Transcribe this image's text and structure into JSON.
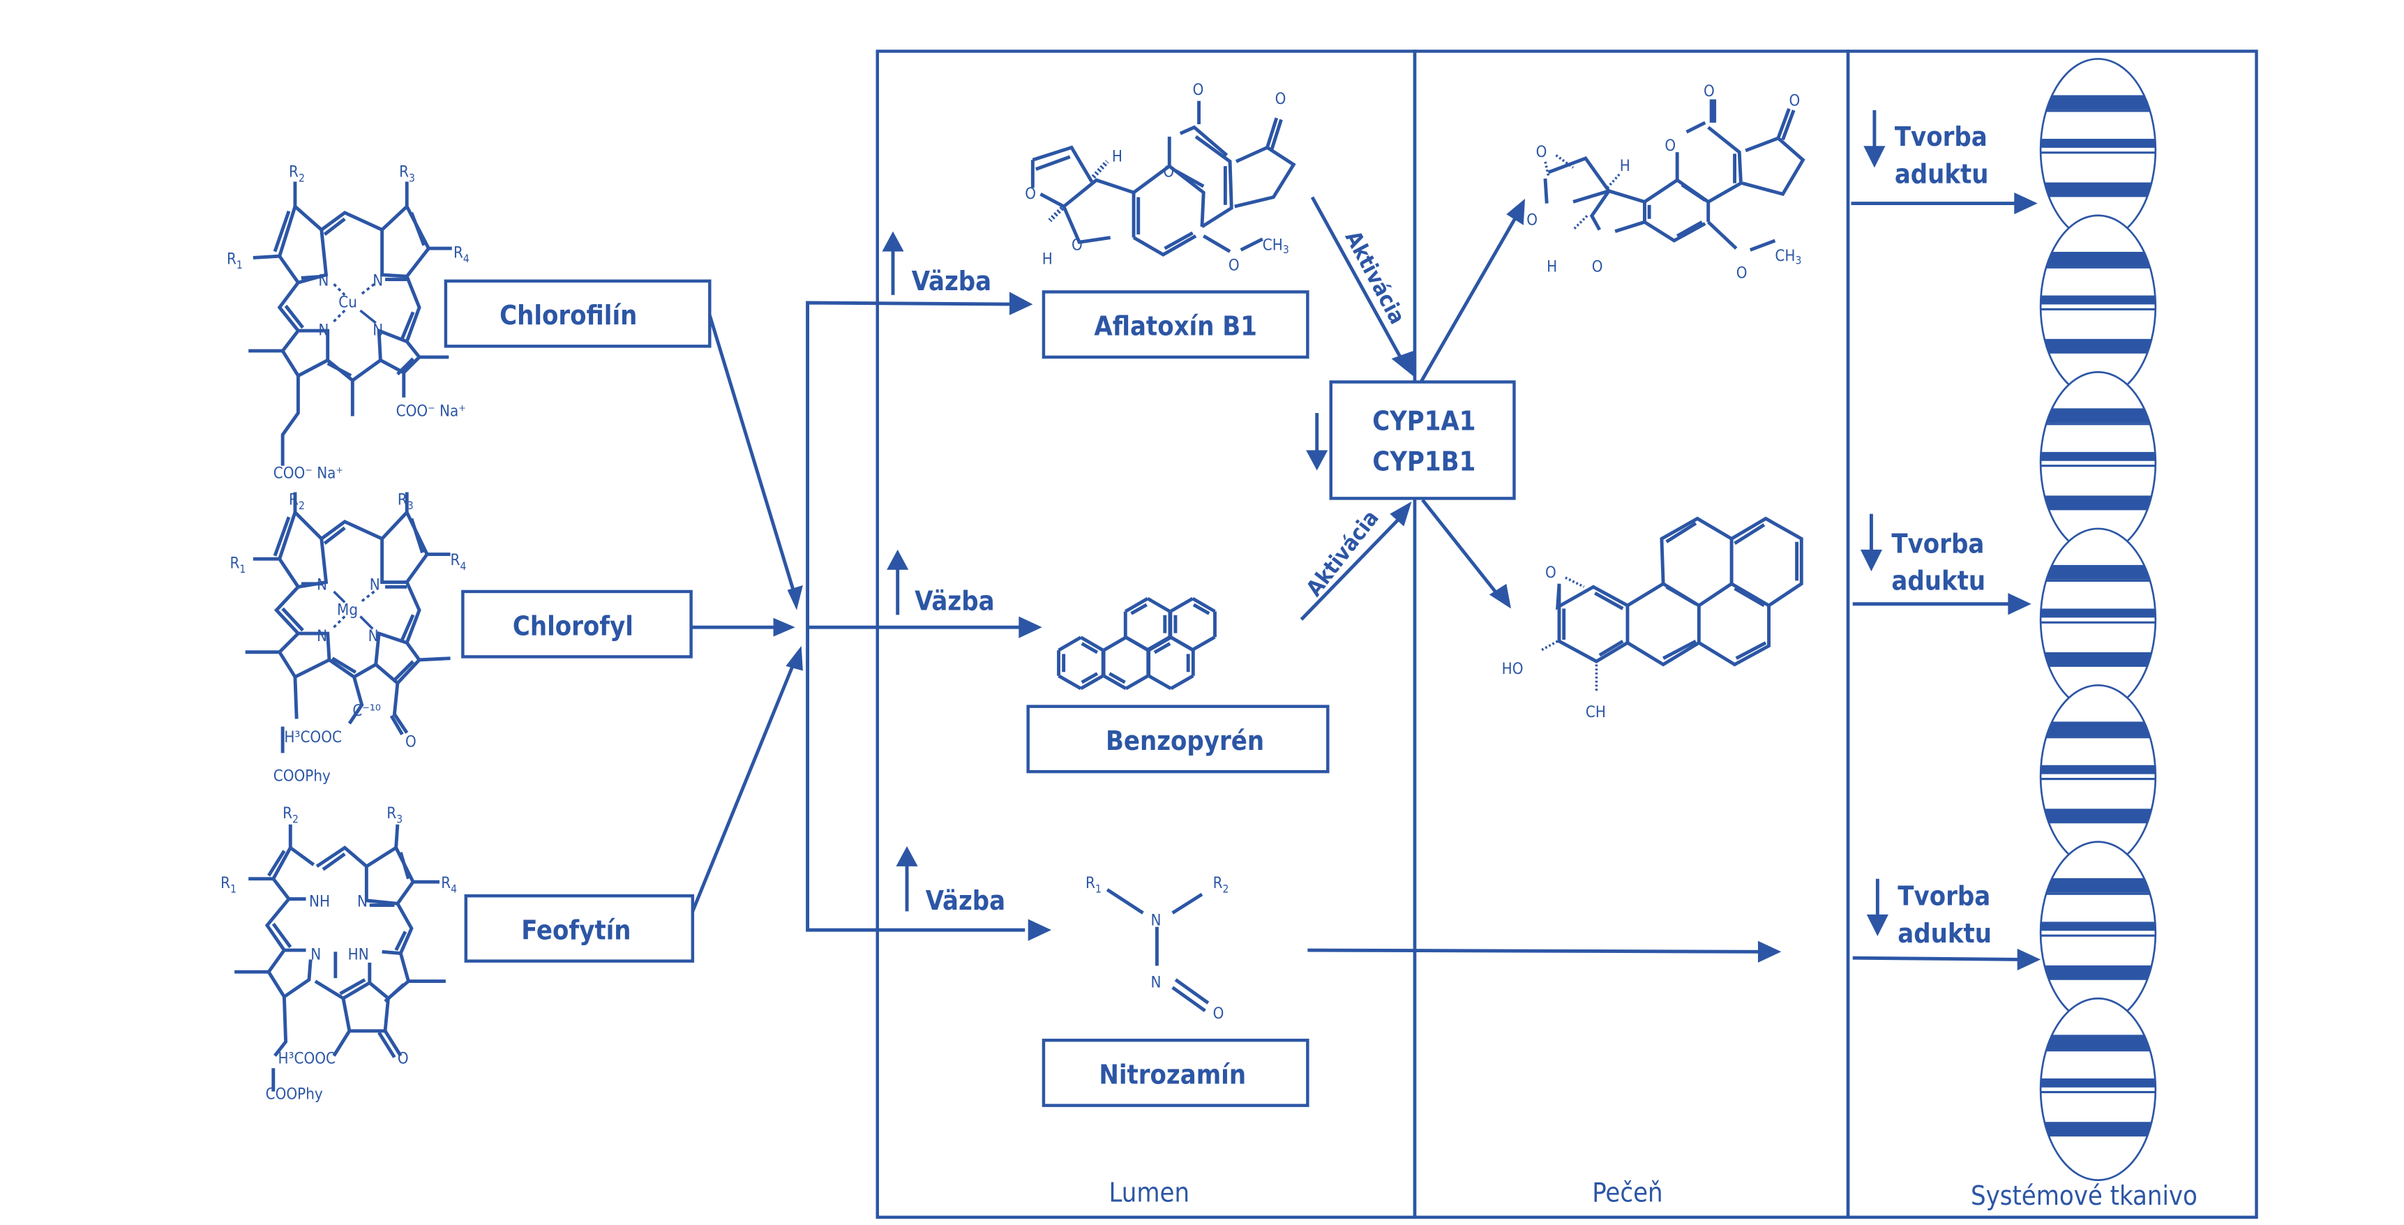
{
  "colors": {
    "primary": "#2c56a5",
    "background": "#ffffff"
  },
  "sources": [
    {
      "name": "Chlorofilín",
      "metal": "Cu",
      "substituents": [
        "R1",
        "R2",
        "R3",
        "R4"
      ],
      "side_groups": [
        "COO⁻ Na⁺",
        "COO⁻ Na⁺"
      ]
    },
    {
      "name": "Chlorofyl",
      "metal": "Mg",
      "substituents": [
        "R1",
        "R2",
        "R3",
        "R4"
      ],
      "side_groups": [
        "H³COOC",
        "C⁻¹⁰",
        "O",
        "COOPhy"
      ]
    },
    {
      "name": "Feofytín",
      "metal": "",
      "substituents": [
        "R1",
        "R2",
        "R3",
        "R4"
      ],
      "side_groups": [
        "NH",
        "HN",
        "H³COOC",
        "O",
        "COOPhy"
      ]
    }
  ],
  "atoms": {
    "N": "N",
    "O": "O",
    "H": "H",
    "Cu": "Cu",
    "Mg": "Mg",
    "NH": "NH",
    "HN": "HN",
    "R": "R",
    "s1": "1",
    "s2": "2",
    "s3": "3",
    "s4": "4",
    "coo_na": "COO⁻ Na⁺",
    "h3cooc": "H³COOC",
    "c10": "C⁻¹⁰",
    "coophy": "COOPhy",
    "ch3": "CH",
    "ch3_sub": "3",
    "ho": "HO",
    "ch": "CH"
  },
  "binding": {
    "label": "Väzba",
    "direction": "up"
  },
  "carcinogens": [
    {
      "name": "Aflatoxín B1"
    },
    {
      "name": "Benzopyrén"
    },
    {
      "name": "Nitrozamín"
    }
  ],
  "enzyme": {
    "line1": "CYP1A1",
    "line2": "CYP1B1",
    "direction": "down"
  },
  "activation_label": "Aktivácia",
  "adduct": {
    "line1": "Tvorba",
    "line2": "aduktu",
    "direction": "down",
    "count": 3
  },
  "panels": [
    {
      "label": "Lumen"
    },
    {
      "label": "Pečeň"
    },
    {
      "label": "Systémové tkanivo"
    }
  ],
  "dna": {
    "segments": 7
  }
}
